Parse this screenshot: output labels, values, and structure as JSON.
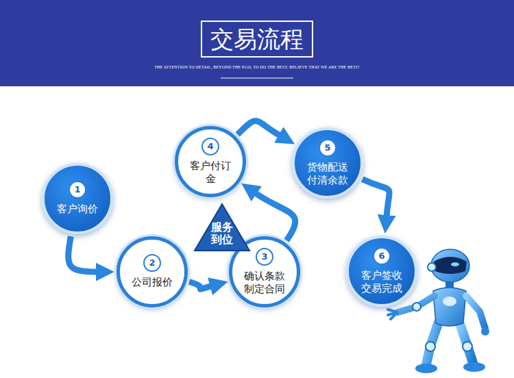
{
  "diagram": {
    "title": "交易流程",
    "nodes": [
      {
        "text": [
          "1",
          "客户询价"
        ]
      },
      {
        "text": [
          "2",
          "公司报价"
        ]
      },
      {
        "text": [
          "3",
          "确认条款制定合同"
        ]
      },
      {
        "text": [
          "4",
          "客户付订金"
        ]
      },
      {
        "text": [
          "5",
          "货物配送付清余款"
        ]
      },
      {
        "text": [
          "6",
          "客户签收交易完成"
        ]
      },
      {
        "text": [
          "服务到位"
        ]
      }
    ],
    "edges": [
      {
        "from": 0,
        "to": 1,
        "arrow": "to"
      },
      {
        "from": 1,
        "to": 2,
        "arrow": "to"
      },
      {
        "from": 2,
        "to": 3,
        "arrow": "to"
      },
      {
        "from": 3,
        "to": 4,
        "arrow": "to"
      },
      {
        "from": 4,
        "to": 5,
        "arrow": "to"
      }
    ],
    "labels": [
      "THE ATTENTION TO DETAIL, BEYOND THE EGO, TO DO THE BEST, BELIEVE THAT WE ARE THE BEST!"
    ]
  }
}
